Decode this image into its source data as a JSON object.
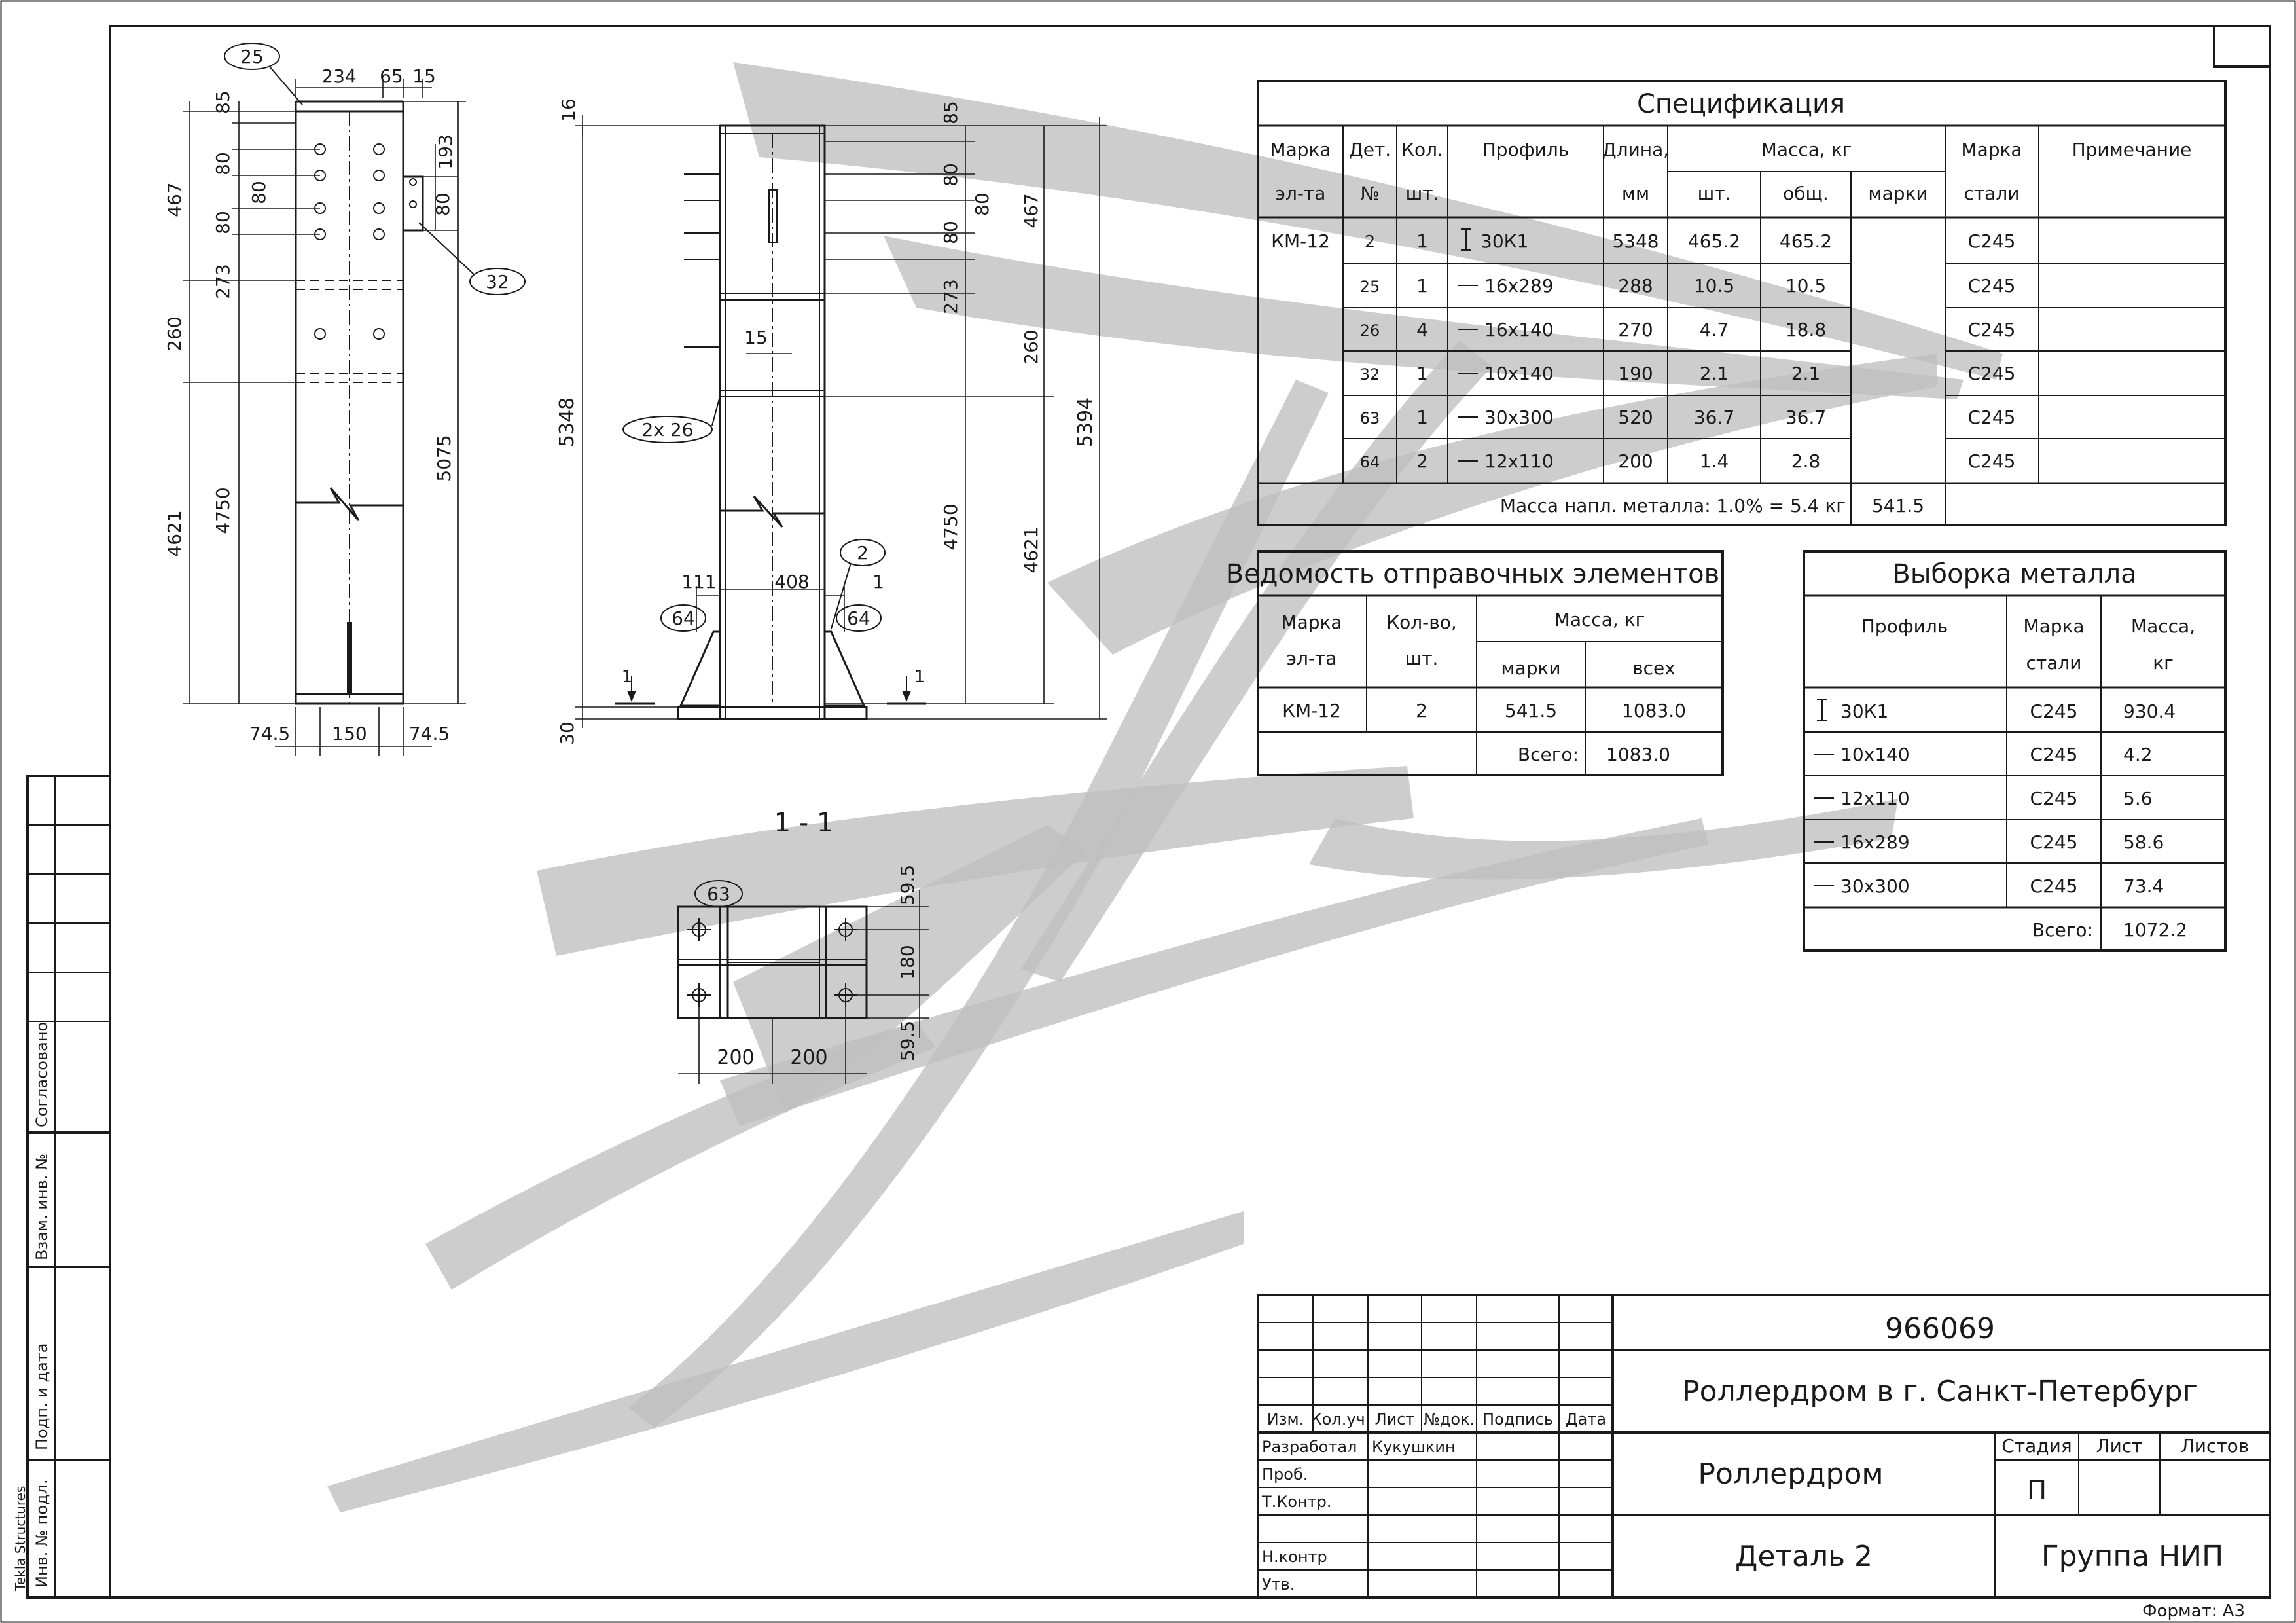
{
  "stamp": {
    "app": "Tekla Structures",
    "format": "Формат: А3",
    "side_labels": [
      "Согласовано",
      "Взам. инв. №",
      "Подп. и дата",
      "Инв. № подл."
    ]
  },
  "views": {
    "front_dims": [
      "234",
      "65",
      "15",
      "85",
      "80",
      "80",
      "80",
      "467",
      "273",
      "260",
      "4621",
      "4750",
      "5075",
      "193",
      "80",
      "74.5",
      "150",
      "74.5"
    ],
    "side_dims": [
      "16",
      "5348",
      "85",
      "80",
      "80",
      "80",
      "467",
      "273",
      "260",
      "5394",
      "4750",
      "4621",
      "15",
      "111",
      "408",
      "1",
      "30"
    ],
    "section_label": "1 - 1",
    "section_dims": [
      "59.5",
      "180",
      "59.5",
      "200",
      "200"
    ],
    "callouts": [
      "25",
      "32",
      "2x 26",
      "2",
      "64",
      "64",
      "63"
    ],
    "cut_marks": [
      "1",
      "1"
    ]
  },
  "spec": {
    "title": "Спецификация",
    "headers": {
      "mark": [
        "Марка",
        "эл-та"
      ],
      "det": [
        "Дет.",
        "№"
      ],
      "qty": [
        "Кол.",
        "шт."
      ],
      "profile": "Профиль",
      "length": [
        "Длина,",
        "мм"
      ],
      "mass": "Масса, кг",
      "mass_sub": [
        "шт.",
        "общ.",
        "марки"
      ],
      "steel": [
        "Марка",
        "стали"
      ],
      "note": "Примечание"
    },
    "rows": [
      {
        "mark": "КМ-12",
        "det": "2",
        "qty": "1",
        "profile_icon": "i-beam-icon",
        "profile": "30К1",
        "length": "5348",
        "unit": "465.2",
        "total": "465.2",
        "steel": "С245"
      },
      {
        "mark": "",
        "det": "25",
        "qty": "1",
        "profile_icon": "plate-icon",
        "profile": "16x289",
        "length": "288",
        "unit": "10.5",
        "total": "10.5",
        "steel": "С245"
      },
      {
        "mark": "",
        "det": "26",
        "qty": "4",
        "profile_icon": "plate-icon",
        "profile": "16x140",
        "length": "270",
        "unit": "4.7",
        "total": "18.8",
        "steel": "С245"
      },
      {
        "mark": "",
        "det": "32",
        "qty": "1",
        "profile_icon": "plate-icon",
        "profile": "10x140",
        "length": "190",
        "unit": "2.1",
        "total": "2.1",
        "steel": "С245"
      },
      {
        "mark": "",
        "det": "63",
        "qty": "1",
        "profile_icon": "plate-icon",
        "profile": "30x300",
        "length": "520",
        "unit": "36.7",
        "total": "36.7",
        "steel": "С245"
      },
      {
        "mark": "",
        "det": "64",
        "qty": "2",
        "profile_icon": "plate-icon",
        "profile": "12x110",
        "length": "200",
        "unit": "1.4",
        "total": "2.8",
        "steel": "С245"
      }
    ],
    "weld_note": "Масса напл. металла: 1.0% = 5.4 кг",
    "mark_total": "541.5"
  },
  "ship": {
    "title": "Ведомость отправочных элементов",
    "headers": {
      "mark": [
        "Марка",
        "эл-та"
      ],
      "qty": [
        "Кол-во,",
        "шт."
      ],
      "mass": "Масса, кг",
      "mass_sub": [
        "марки",
        "всех"
      ]
    },
    "row": {
      "mark": "КМ-12",
      "qty": "2",
      "mark_mass": "541.5",
      "all": "1083.0"
    },
    "total_label": "Всего:",
    "total": "1083.0"
  },
  "metal": {
    "title": "Выборка металла",
    "headers": {
      "profile": "Профиль",
      "steel": [
        "Марка",
        "стали"
      ],
      "mass": [
        "Масса,",
        "кг"
      ]
    },
    "rows": [
      {
        "profile_icon": "i-beam-icon",
        "profile": "30К1",
        "steel": "С245",
        "mass": "930.4"
      },
      {
        "profile_icon": "plate-icon",
        "profile": "10x140",
        "steel": "С245",
        "mass": "4.2"
      },
      {
        "profile_icon": "plate-icon",
        "profile": "12x110",
        "steel": "С245",
        "mass": "5.6"
      },
      {
        "profile_icon": "plate-icon",
        "profile": "16x289",
        "steel": "С245",
        "mass": "58.6"
      },
      {
        "profile_icon": "plate-icon",
        "profile": "30x300",
        "steel": "С245",
        "mass": "73.4"
      }
    ],
    "total_label": "Всего:",
    "total": "1072.2"
  },
  "title_block": {
    "code": "966069",
    "project": "Роллердром в г. Санкт-Петербург",
    "object": "Роллердром",
    "drawing": "Деталь 2",
    "org": "Группа НИП",
    "cols": [
      "Изм.",
      "Кол.уч.",
      "Лист",
      "№док.",
      "Подпись",
      "Дата"
    ],
    "roles": [
      "Разработал",
      "Проб.",
      "Т.Контр.",
      "",
      "Н.контр",
      "Утв."
    ],
    "developer": "Кукушкин",
    "stage_label": "Стадия",
    "sheet_label": "Лист",
    "sheets_label": "Листов",
    "stage": "П"
  }
}
